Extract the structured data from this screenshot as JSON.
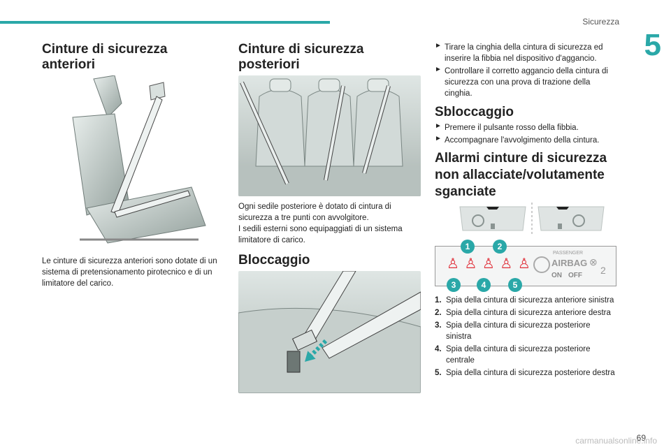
{
  "header": {
    "section": "Sicurezza",
    "chapter": "5"
  },
  "col1": {
    "title": "Cinture di sicurezza anteriori",
    "text": "Le cinture di sicurezza anteriori sono dotate di un sistema di pretensionamento pirotecnico e di un limitatore del carico."
  },
  "col2": {
    "title": "Cinture di sicurezza posteriori",
    "text1": "Ogni sedile posteriore è dotato di cintura di sicurezza a tre punti con avvolgitore.",
    "text2": "I sedili esterni sono equipaggiati di un sistema limitatore di carico.",
    "title2": "Bloccaggio"
  },
  "col3": {
    "step1": "Tirare la cinghia della cintura di sicurezza ed inserire la fibbia nel dispositivo d'aggancio.",
    "step2": "Controllare il corretto aggancio della cintura di sicurezza con una prova di trazione della cinghia.",
    "title_unlock": "Sbloccaggio",
    "step3": "Premere il pulsante rosso della fibbia.",
    "step4": "Accompagnare l'avvolgimento della cintura.",
    "title_alarm": "Allarmi cinture di sicurezza non allacciate/volutamente sganciate",
    "panel": {
      "passenger": "PASSENGER",
      "airbag": "AIRBAG",
      "on": "ON",
      "off": "OFF",
      "seats": "2"
    },
    "badges": [
      "1",
      "2",
      "3",
      "4",
      "5"
    ],
    "list": [
      {
        "n": "1.",
        "t": "Spia della cintura di sicurezza anteriore sinistra"
      },
      {
        "n": "2.",
        "t": "Spia della cintura di sicurezza anteriore destra"
      },
      {
        "n": "3.",
        "t": "Spia della cintura di sicurezza posteriore sinistra"
      },
      {
        "n": "4.",
        "t": "Spia della cintura di sicurezza posteriore centrale"
      },
      {
        "n": "5.",
        "t": "Spia della cintura di sicurezza posteriore destra"
      }
    ]
  },
  "footer": {
    "page": "69",
    "watermark": "carmanualsonline.info"
  },
  "colors": {
    "accent": "#2aa8a8",
    "warning": "#e0303a"
  }
}
